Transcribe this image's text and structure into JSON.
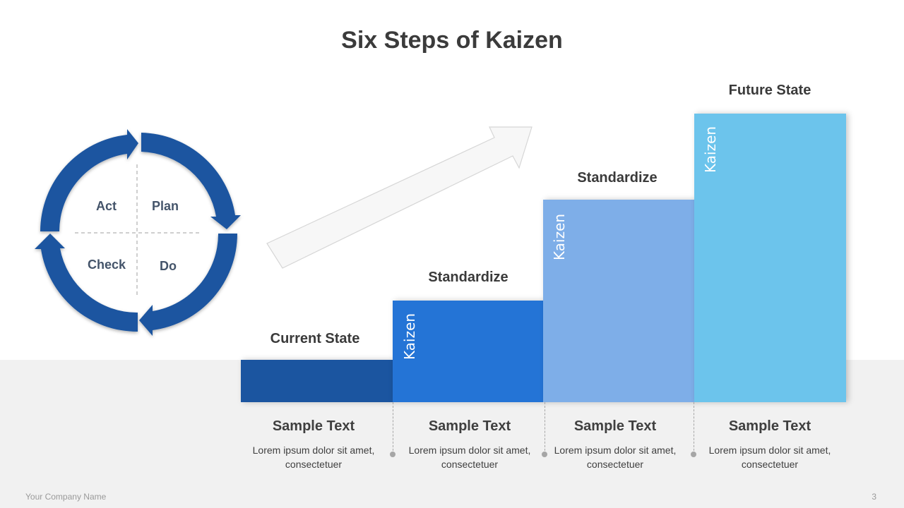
{
  "title": "Six Steps of Kaizen",
  "cycle": {
    "labels": {
      "act": "Act",
      "plan": "Plan",
      "check": "Check",
      "do": "Do"
    },
    "arrow_color": "#1b55a0"
  },
  "steps": [
    {
      "heading": "Current State",
      "vertical_label": "",
      "color": "#1b55a0"
    },
    {
      "heading": "Standardize",
      "vertical_label": "Kaizen",
      "color": "#2474d6"
    },
    {
      "heading": "Standardize",
      "vertical_label": "Kaizen",
      "color": "#7eaee8"
    },
    {
      "heading": "Future State",
      "vertical_label": "Kaizen",
      "color": "#6cc4ec"
    }
  ],
  "columns": [
    {
      "title": "Sample Text",
      "body": "Lorem ipsum dolor sit amet, consectetuer"
    },
    {
      "title": "Sample Text",
      "body": "Lorem ipsum dolor sit amet, consectetuer"
    },
    {
      "title": "Sample Text",
      "body": "Lorem ipsum dolor sit amet, consectetuer"
    },
    {
      "title": "Sample Text",
      "body": "Lorem ipsum dolor sit amet, consectetuer"
    }
  ],
  "footer": {
    "company": "Your Company  Name",
    "page_number": "3"
  }
}
